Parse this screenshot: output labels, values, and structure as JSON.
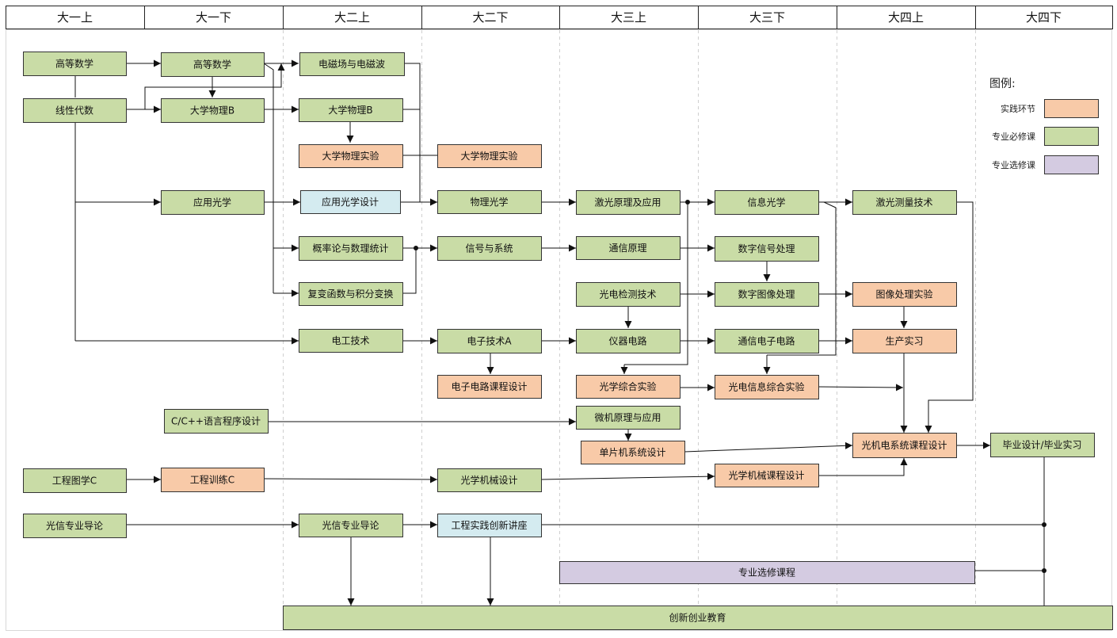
{
  "colors": {
    "required": "#c9dca6",
    "practice": "#f8caa8",
    "elective": "#d4cbe1",
    "design": "#d4ebf0"
  },
  "header": {
    "semesters": [
      "大一上",
      "大一下",
      "大二上",
      "大二下",
      "大三上",
      "大三下",
      "大四上",
      "大四下"
    ]
  },
  "legend": {
    "title": "图例:",
    "items": [
      {
        "label": "实践环节",
        "kind": "practice"
      },
      {
        "label": "专业必修课",
        "kind": "required"
      },
      {
        "label": "专业选修课",
        "kind": "elective"
      }
    ]
  },
  "courses": [
    {
      "id": "c1",
      "label": "高等数学",
      "kind": "required"
    },
    {
      "id": "c2",
      "label": "线性代数",
      "kind": "required"
    },
    {
      "id": "c3",
      "label": "工程图学C",
      "kind": "required"
    },
    {
      "id": "c4",
      "label": "光信专业导论",
      "kind": "required"
    },
    {
      "id": "c5",
      "label": "高等数学",
      "kind": "required"
    },
    {
      "id": "c6",
      "label": "大学物理B",
      "kind": "required"
    },
    {
      "id": "c7",
      "label": "应用光学",
      "kind": "required"
    },
    {
      "id": "c8",
      "label": "C/C++语言程序设计",
      "kind": "required"
    },
    {
      "id": "c9",
      "label": "工程训练C",
      "kind": "practice"
    },
    {
      "id": "c10",
      "label": "电磁场与电磁波",
      "kind": "required"
    },
    {
      "id": "c11",
      "label": "大学物理B",
      "kind": "required"
    },
    {
      "id": "c12",
      "label": "大学物理实验",
      "kind": "practice"
    },
    {
      "id": "c13",
      "label": "应用光学设计",
      "kind": "design"
    },
    {
      "id": "c14",
      "label": "概率论与数理统计",
      "kind": "required"
    },
    {
      "id": "c15",
      "label": "复变函数与积分变换",
      "kind": "required"
    },
    {
      "id": "c16",
      "label": "电工技术",
      "kind": "required"
    },
    {
      "id": "c17",
      "label": "光信专业导论",
      "kind": "required"
    },
    {
      "id": "c18",
      "label": "大学物理实验",
      "kind": "practice"
    },
    {
      "id": "c19",
      "label": "物理光学",
      "kind": "required"
    },
    {
      "id": "c20",
      "label": "信号与系统",
      "kind": "required"
    },
    {
      "id": "c21",
      "label": "电子技术A",
      "kind": "required"
    },
    {
      "id": "c22",
      "label": "电子电路课程设计",
      "kind": "practice"
    },
    {
      "id": "c23",
      "label": "光学机械设计",
      "kind": "required"
    },
    {
      "id": "c24",
      "label": "工程实践创新讲座",
      "kind": "design"
    },
    {
      "id": "c25",
      "label": "激光原理及应用",
      "kind": "required"
    },
    {
      "id": "c26",
      "label": "通信原理",
      "kind": "required"
    },
    {
      "id": "c27",
      "label": "光电检测技术",
      "kind": "required"
    },
    {
      "id": "c28",
      "label": "仪器电路",
      "kind": "required"
    },
    {
      "id": "c29",
      "label": "光学综合实验",
      "kind": "practice"
    },
    {
      "id": "c30",
      "label": "微机原理与应用",
      "kind": "required"
    },
    {
      "id": "c31",
      "label": "单片机系统设计",
      "kind": "practice"
    },
    {
      "id": "c32",
      "label": "信息光学",
      "kind": "required"
    },
    {
      "id": "c33",
      "label": "数字信号处理",
      "kind": "required"
    },
    {
      "id": "c34",
      "label": "数字图像处理",
      "kind": "required"
    },
    {
      "id": "c35",
      "label": "通信电子电路",
      "kind": "required"
    },
    {
      "id": "c36",
      "label": "光电信息综合实验",
      "kind": "practice"
    },
    {
      "id": "c37",
      "label": "光学机械课程设计",
      "kind": "practice"
    },
    {
      "id": "c38",
      "label": "激光测量技术",
      "kind": "required"
    },
    {
      "id": "c39",
      "label": "图像处理实验",
      "kind": "practice"
    },
    {
      "id": "c40",
      "label": "生产实习",
      "kind": "practice"
    },
    {
      "id": "c41",
      "label": "光机电系统课程设计",
      "kind": "practice"
    },
    {
      "id": "c42",
      "label": "毕业设计/毕业实习",
      "kind": "required"
    },
    {
      "id": "c43",
      "label": "专业选修课程",
      "kind": "elective"
    },
    {
      "id": "c44",
      "label": "创新创业教育",
      "kind": "required"
    }
  ]
}
